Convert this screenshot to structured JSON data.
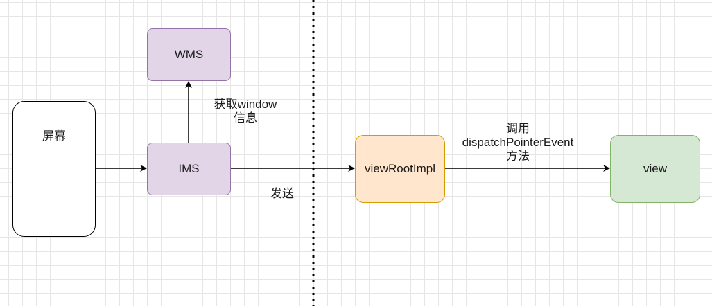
{
  "diagram": {
    "nodes": {
      "screen": {
        "label": "屏幕"
      },
      "wms": {
        "label": "WMS"
      },
      "ims": {
        "label": "IMS"
      },
      "view_root_impl": {
        "label": "viewRootImpl"
      },
      "view": {
        "label": "view"
      }
    },
    "edge_labels": {
      "get_window_info": {
        "line1": "获取window",
        "line2": "信息"
      },
      "send": {
        "text": "发送"
      },
      "call_dispatch": {
        "line1": "调用",
        "line2": "dispatchPointerEvent",
        "line3": "方法"
      }
    },
    "colors": {
      "purple_fill": "#e1d5e7",
      "purple_stroke": "#9673a6",
      "orange_fill": "#ffe6cc",
      "orange_stroke": "#d79b00",
      "green_fill": "#d5e8d4",
      "green_stroke": "#82b366",
      "arrow": "#000000"
    }
  }
}
